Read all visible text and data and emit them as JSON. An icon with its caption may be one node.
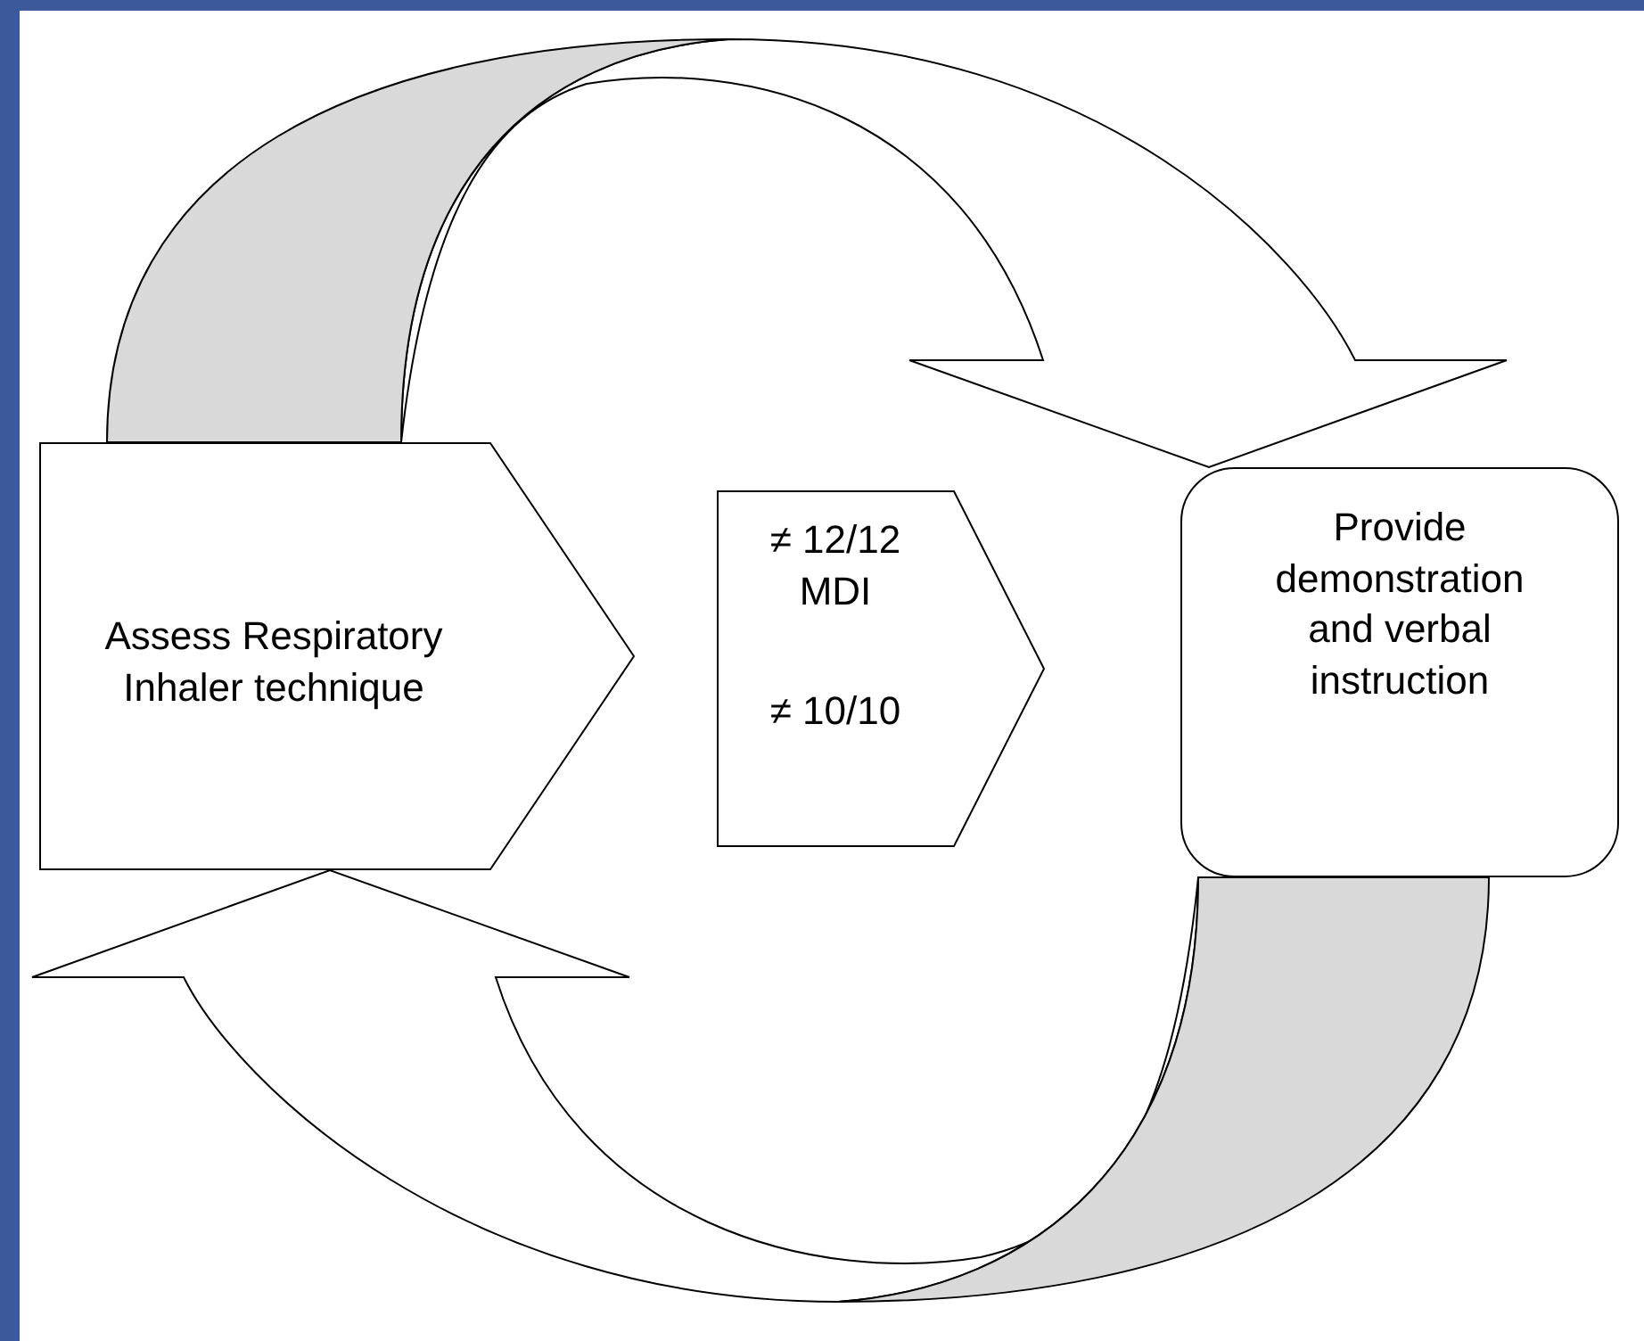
{
  "diagram": {
    "nodes": [
      {
        "text": [
          "Assess Respiratory Inhaler technique"
        ]
      },
      {
        "text": [
          "≠ 12/12 MDI",
          "≠ 10/10"
        ]
      },
      {
        "text": [
          "Provide demonstration and verbal instruction"
        ]
      }
    ],
    "edges": [
      {
        "from": 0,
        "to": 2,
        "arrow": "to"
      },
      {
        "from": 2,
        "to": 0,
        "arrow": "to"
      }
    ]
  }
}
